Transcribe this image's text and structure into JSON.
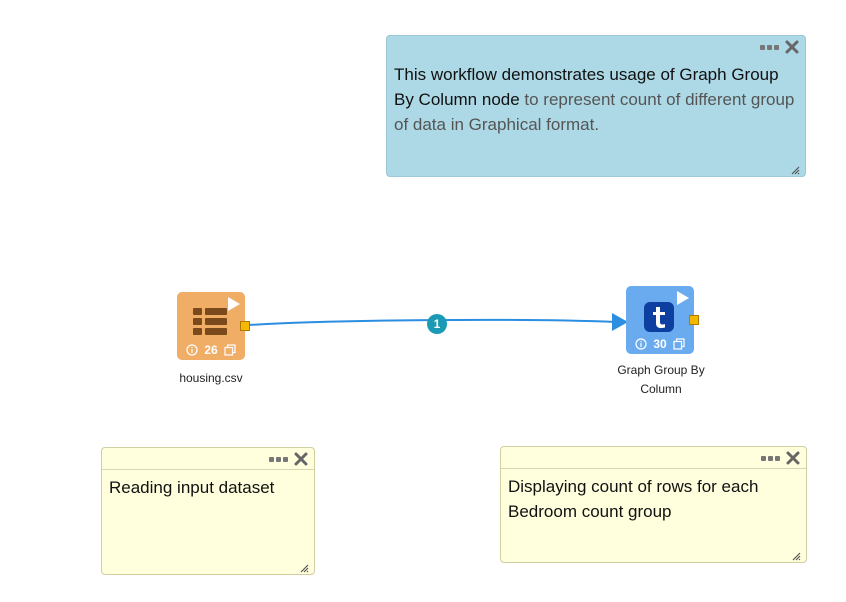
{
  "notes": {
    "intro": {
      "text_dark": "This workflow demonstrates usage of Graph Group By Column node",
      "text_muted": " to represent count of different group of data in Graphical format."
    },
    "reading": {
      "text": "Reading input dataset"
    },
    "displaying": {
      "text": "Displaying count of rows for each Bedroom count group"
    }
  },
  "nodes": {
    "source": {
      "label": "housing.csv",
      "count": "26",
      "color": "#f0ad65",
      "icon": "table-list-icon"
    },
    "target": {
      "label": "Graph Group By Column",
      "count": "30",
      "color": "#6aabf0",
      "icon": "t-logo-icon"
    }
  },
  "connection": {
    "badge": "1",
    "color": "#2b8ee0"
  }
}
